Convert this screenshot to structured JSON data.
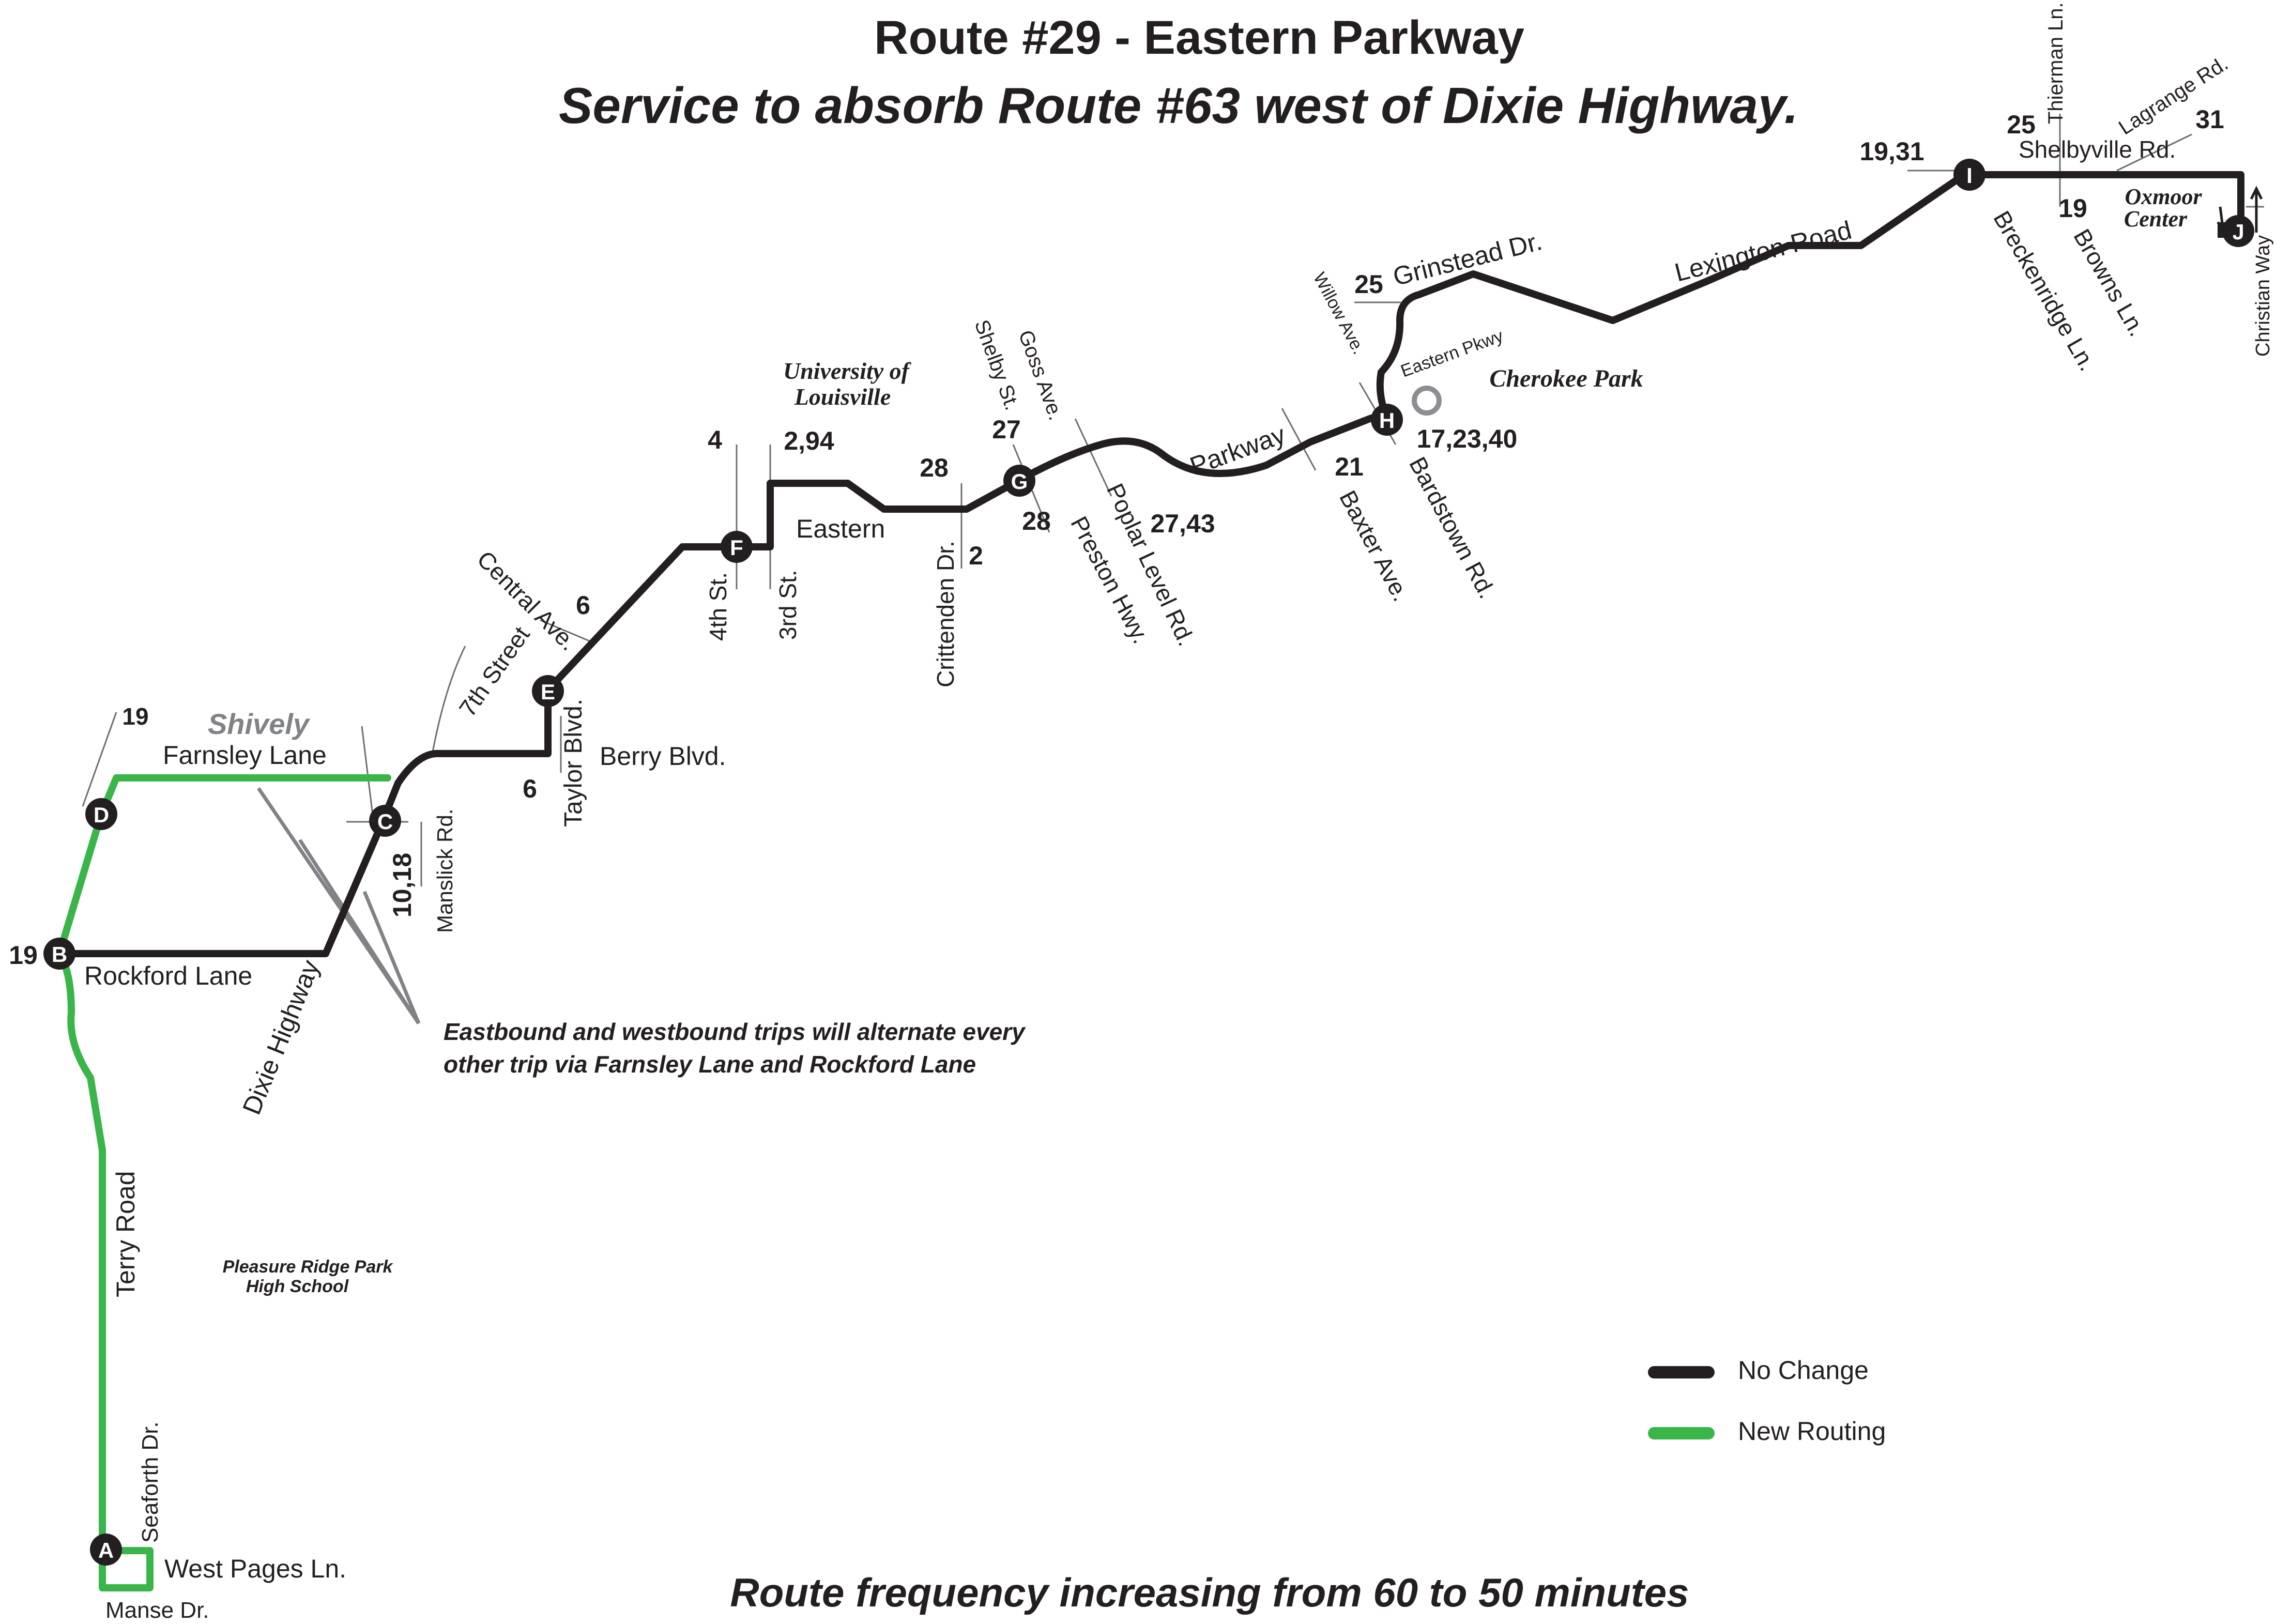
{
  "title": {
    "line1": "Route #29 - Eastern Parkway",
    "line2": "Service to absorb Route #63 west of Dixie Highway."
  },
  "footer": "Route frequency increasing from 60 to 50 minutes",
  "note": {
    "line1": "Eastbound and westbound trips will alternate every",
    "line2": "other trip via Farnsley Lane and Rockford Lane"
  },
  "legend": {
    "no_change": "No Change",
    "new_routing": "New Routing",
    "colors": {
      "no_change": "#231f20",
      "new_routing": "#3ab54a"
    }
  },
  "timepoints": [
    "A",
    "B",
    "C",
    "D",
    "E",
    "F",
    "G",
    "H",
    "I",
    "J"
  ],
  "streets": {
    "seaforth": "Seaforth Dr.",
    "west_pages": "West Pages Ln.",
    "manse": "Manse Dr.",
    "terry": "Terry Road",
    "rockford": "Rockford Lane",
    "farnsley": "Farnsley Lane",
    "dixie": "Dixie Highway",
    "manslick": "Manslick Rd.",
    "seventh": "7th Street",
    "taylor": "Taylor Blvd.",
    "berry": "Berry Blvd.",
    "central": "Central Ave.",
    "fourth": "4th St.",
    "third": "3rd St.",
    "eastern": "Eastern",
    "crittenden": "Crittenden Dr.",
    "shelby": "Shelby St.",
    "goss": "Goss Ave.",
    "preston": "Preston Hwy.",
    "poplar": "Poplar Level Rd.",
    "parkway": "Parkway",
    "baxter": "Baxter Ave.",
    "bardstown": "Bardstown Rd.",
    "willow": "Willow Ave.",
    "eastern_pkwy": "Eastern Pkwy",
    "grinstead": "Grinstead Dr.",
    "lexington": "Lexington Road",
    "breckenridge": "Breckenridge Ln.",
    "browns": "Browns Ln.",
    "shelbyville": "Shelbyville Rd.",
    "thierman": "Thierman Ln.",
    "lagrange": "Lagrange Rd.",
    "christian": "Christian Way"
  },
  "places": {
    "shively": "Shively",
    "pleasure_ridge_1": "Pleasure Ridge Park",
    "pleasure_ridge_2": "High School",
    "uofl_1": "University of",
    "uofl_2": "Louisville",
    "cherokee": "Cherokee Park",
    "oxmoor_1": "Oxmoor",
    "oxmoor_2": "Center"
  },
  "connections": {
    "b": "19",
    "d": "19",
    "c": "10,18",
    "taylor": "6",
    "central": "6",
    "fourth": "4",
    "third": "2,94",
    "crittenden_top": "28",
    "crittenden_bottom": "2",
    "shelby": "27",
    "preston": "28",
    "poplar": "27,43",
    "baxter": "21",
    "h": "17,23,40",
    "grinstead": "25",
    "i": "19,31",
    "browns": "19",
    "thierman": "25",
    "lagrange": "31"
  }
}
